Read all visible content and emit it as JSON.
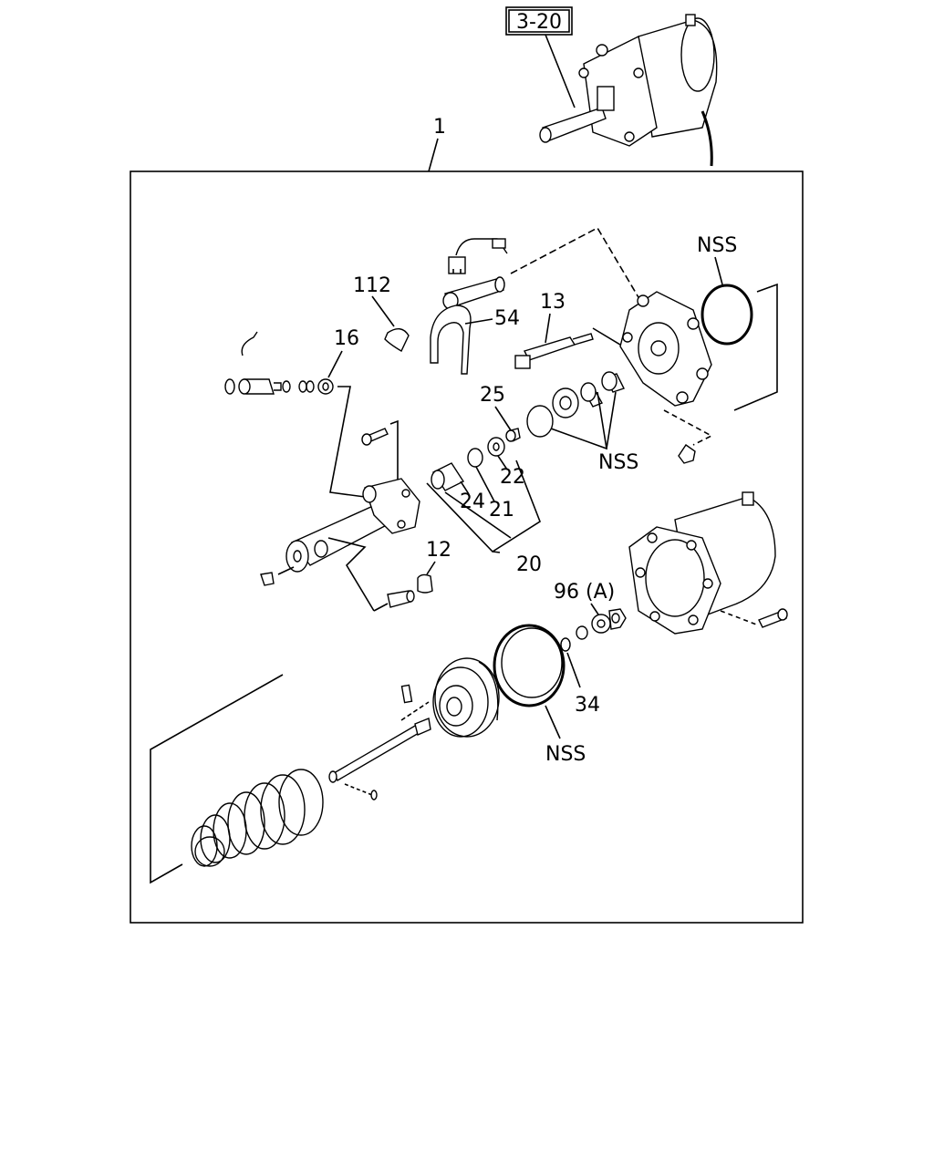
{
  "reference_box": {
    "label": "3-20"
  },
  "callouts": {
    "c1": "1",
    "c112": "112",
    "c54": "54",
    "c13": "13",
    "c16": "16",
    "c25": "25",
    "c22": "22",
    "c24": "24",
    "c21": "21",
    "c20": "20",
    "c12": "12",
    "c96": "96 (A)",
    "c34": "34",
    "nss_top": "NSS",
    "nss_mid": "NSS",
    "nss_bottom": "NSS"
  }
}
